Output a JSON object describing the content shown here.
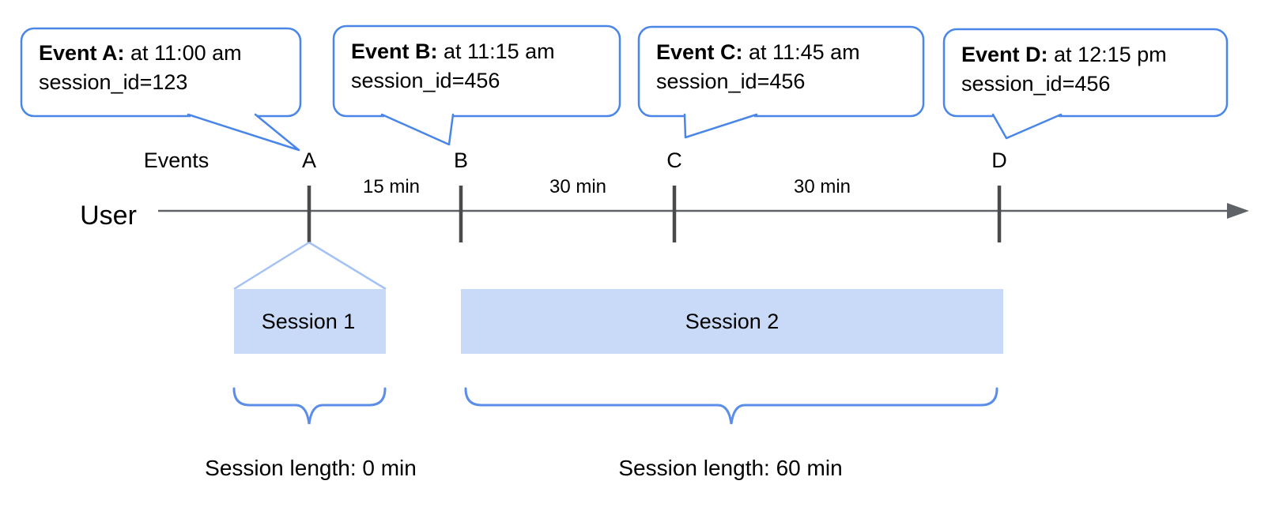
{
  "colors": {
    "accent": "#4a86e8",
    "brace": "#5b8ee8",
    "funnel": "#a4c2f4",
    "session_fill": "#c9daf8",
    "axis": "#5f6368",
    "tick": "#4a4a4a",
    "text": "#000000"
  },
  "bubbles": [
    {
      "label": "Event A:",
      "rest": " at 11:00 am",
      "line2": "session_id=123"
    },
    {
      "label": "Event B:",
      "rest": " at 11:15 am",
      "line2": "session_id=456"
    },
    {
      "label": "Event C:",
      "rest": " at 11:45 am",
      "line2": "session_id=456"
    },
    {
      "label": "Event D:",
      "rest": " at 12:15 pm",
      "line2": "session_id=456"
    }
  ],
  "timeline": {
    "events_label": "Events",
    "user_label": "User",
    "markers": [
      {
        "letter": "A"
      },
      {
        "letter": "B"
      },
      {
        "letter": "C"
      },
      {
        "letter": "D"
      }
    ],
    "intervals": [
      {
        "label": "15 min"
      },
      {
        "label": "30 min"
      },
      {
        "label": "30 min"
      }
    ]
  },
  "sessions": [
    {
      "label": "Session 1",
      "length_label": "Session length: 0 min"
    },
    {
      "label": "Session 2",
      "length_label": "Session length: 60 min"
    }
  ]
}
